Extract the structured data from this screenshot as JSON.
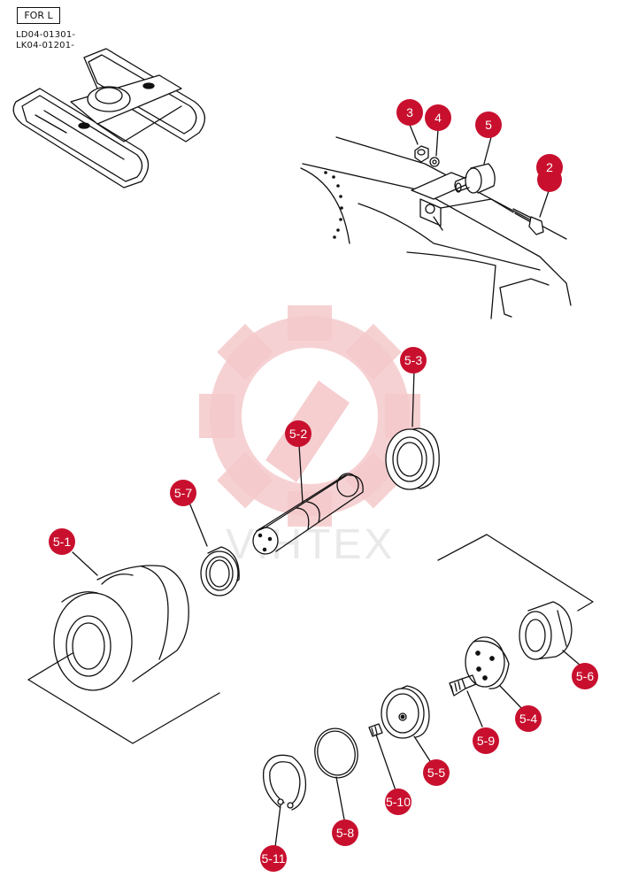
{
  "header": {
    "box_label": "FOR L",
    "serials": [
      "LD04-01301-",
      "LK04-01201-"
    ]
  },
  "watermark": "VIHTEX",
  "callouts": [
    "3",
    "4",
    "5",
    "2",
    "5-3",
    "5-2",
    "5-7",
    "5-1",
    "5-6",
    "5-4",
    "5-9",
    "5-5",
    "5-10",
    "5-8",
    "5-11"
  ],
  "colors": {
    "callout": "#c8102e",
    "line": "#111111",
    "watermark": "#f4c4c6"
  }
}
